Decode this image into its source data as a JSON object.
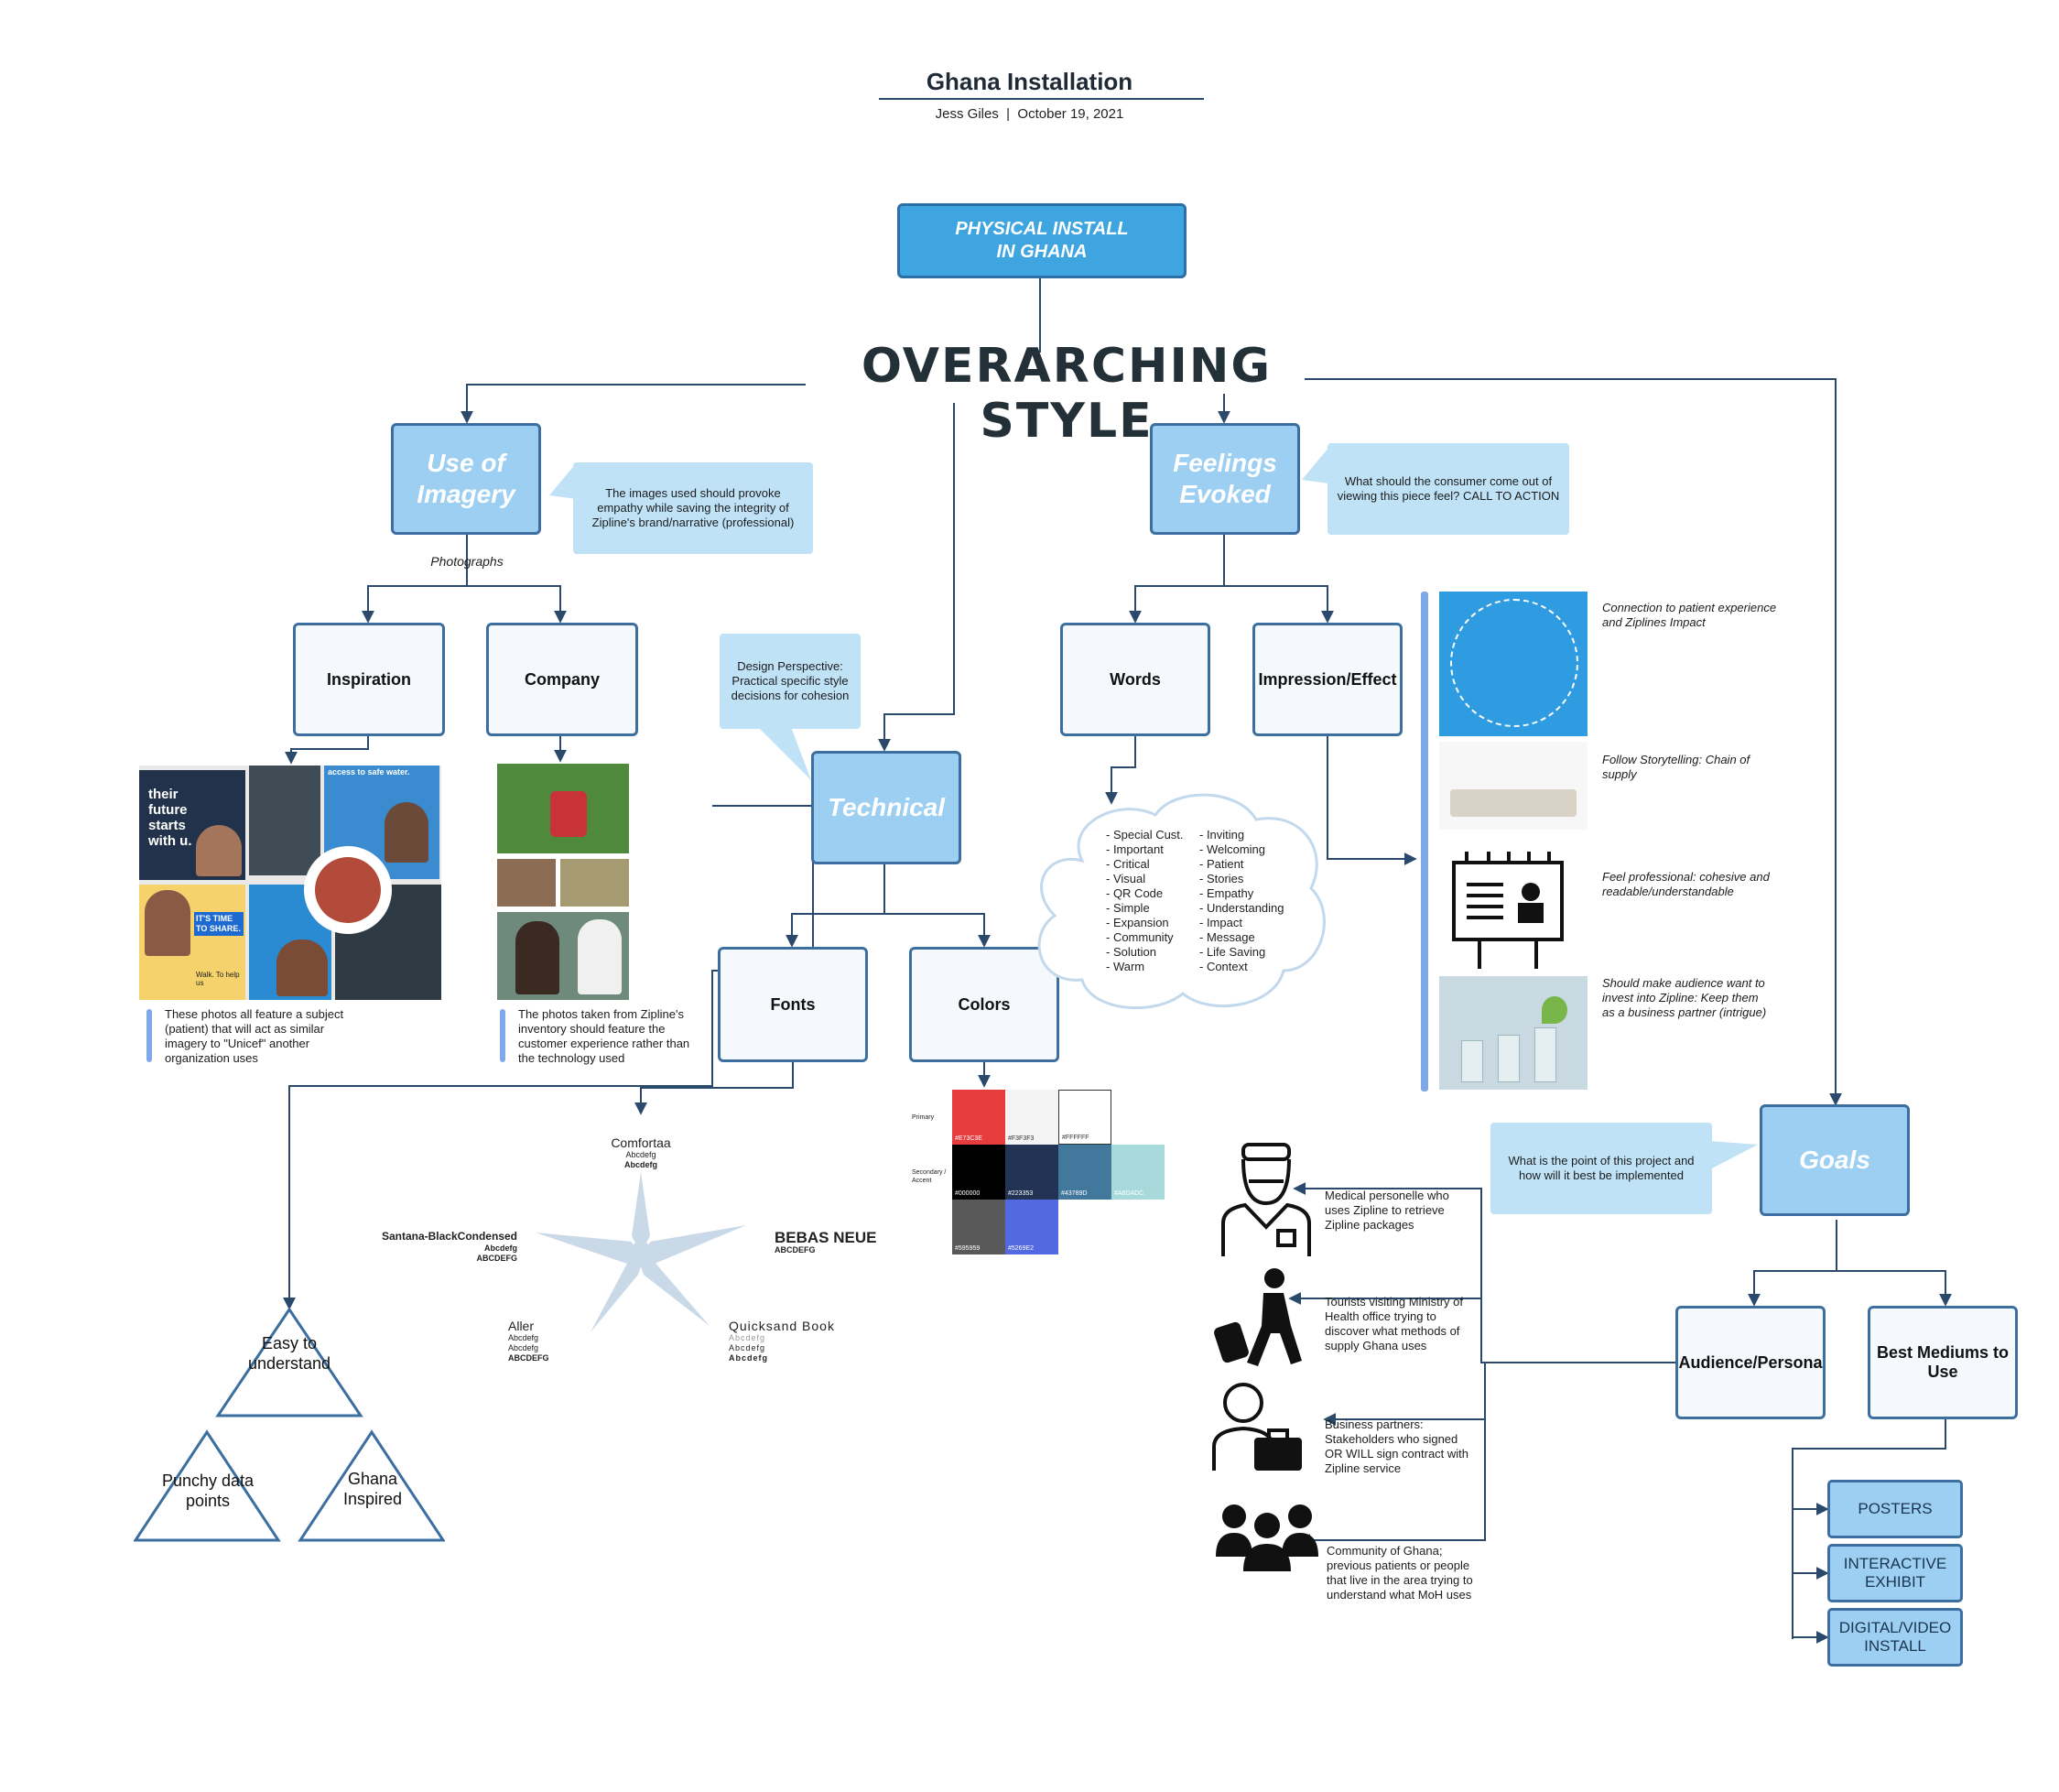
{
  "header": {
    "title": "Ghana Installation",
    "author": "Jess Giles",
    "date": "October 19, 2021"
  },
  "root": {
    "label_line1": "PHYSICAL INSTALL",
    "label_line2": "IN GHANA"
  },
  "heading": "OVERARCHING STYLE",
  "imagery": {
    "label_line1": "Use of",
    "label_line2": "Imagery",
    "callout": "The images used should provoke empathy while saving the integrity of Zipline's brand/narrative (professional)",
    "photographs_label": "Photographs",
    "inspiration": "Inspiration",
    "company": "Company",
    "inspiration_note": "These photos all feature a subject (patient) that will act as similar imagery to \"Unicef\" another organization uses",
    "company_note": "The photos taken from Zipline's inventory should feature the customer experience rather than the technology used",
    "collage_texts": {
      "future": "their future starts with u.",
      "water": "access to safe water.",
      "share": "IT'S TIME TO SHARE.",
      "walk": "Walk. To help us"
    }
  },
  "technical": {
    "label": "Technical",
    "callout": "Design Perspective: Practical specific style decisions for cohesion",
    "fonts": "Fonts",
    "colors": "Colors",
    "font_samples": [
      {
        "name": "Comfortaa",
        "s1": "Abcdefg",
        "s2": "Abcdefg"
      },
      {
        "name": "Santana-BlackCondensed",
        "s1": "Abcdefg",
        "s2": "ABCDEFG"
      },
      {
        "name": "BEBAS NEUE",
        "s1": "ABCDEFG",
        "s2": ""
      },
      {
        "name": "Aller",
        "s1": "Abcdefg",
        "s2": "Abcdefg",
        "s3": "ABCDEFG"
      },
      {
        "name": "Quicksand Book",
        "s1": "Abcdefg",
        "s2": "Abcdefg",
        "s3": "Abcdefg"
      }
    ],
    "palette": {
      "primary_label": "Primary",
      "secondary_label": "Secondary / Accent",
      "primary": [
        {
          "hex": "#E73C3E"
        },
        {
          "hex": "#F3F3F3"
        },
        {
          "hex": "#FFFFFF"
        }
      ],
      "secondary": [
        {
          "hex": "#000000"
        },
        {
          "hex": "#223353"
        },
        {
          "hex": "#43789D"
        },
        {
          "hex": "#A8DADC"
        },
        {
          "hex": "#595959"
        },
        {
          "hex": "#5269E2"
        }
      ]
    },
    "triangles": [
      "Easy to understand",
      "Punchy data points",
      "Ghana Inspired"
    ]
  },
  "feelings": {
    "label_line1": "Feelings",
    "label_line2": "Evoked",
    "callout": "What should the consumer come out of viewing this piece feel? CALL TO ACTION",
    "words": "Words",
    "impression": "Impression/Effect",
    "words_col1": [
      "- Special Cust.",
      "- Important",
      "- Critical",
      "- Visual",
      "- QR Code",
      "- Simple",
      "- Expansion",
      "- Community",
      "- Solution",
      "- Warm"
    ],
    "words_col2": [
      "- Inviting",
      "- Welcoming",
      "- Patient",
      "- Stories",
      "- Empathy",
      "- Understanding",
      "- Impact",
      "- Message",
      "- Life Saving",
      "- Context"
    ],
    "effects": [
      "Connection to patient experience and Ziplines Impact",
      "Follow Storytelling: Chain of supply",
      "Feel professional: cohesive and readable/understandable",
      "Should make audience want to invest into Zipline: Keep them as a business partner (intrigue)"
    ]
  },
  "goals": {
    "label": "Goals",
    "callout": "What is the point of this project and how will it best be implemented",
    "audience": "Audience/Persona",
    "mediums": "Best Mediums to Use",
    "personas": [
      "Medical personelle who uses Zipline to retrieve Zipline packages",
      "Tourists visiting Ministry of Health office trying to discover what methods of supply Ghana uses",
      "Business partners: Stakeholders who signed OR WILL sign contract with Zipline service",
      "Community of Ghana; previous patients or people that live in the area trying to understand what MoH uses"
    ],
    "medium_items": [
      "POSTERS",
      "INTERACTIVE EXHIBIT",
      "DIGITAL/VIDEO INSTALL"
    ]
  },
  "colors": {
    "line": "#2b4a6b",
    "node_border": "#3c6e9f",
    "node_fill_light": "#f5f9fd",
    "node_fill_blue": "#9ccff2",
    "root_fill": "#3ea5e0",
    "callout": "#bfe2f7",
    "bar": "#7fa8e8"
  }
}
